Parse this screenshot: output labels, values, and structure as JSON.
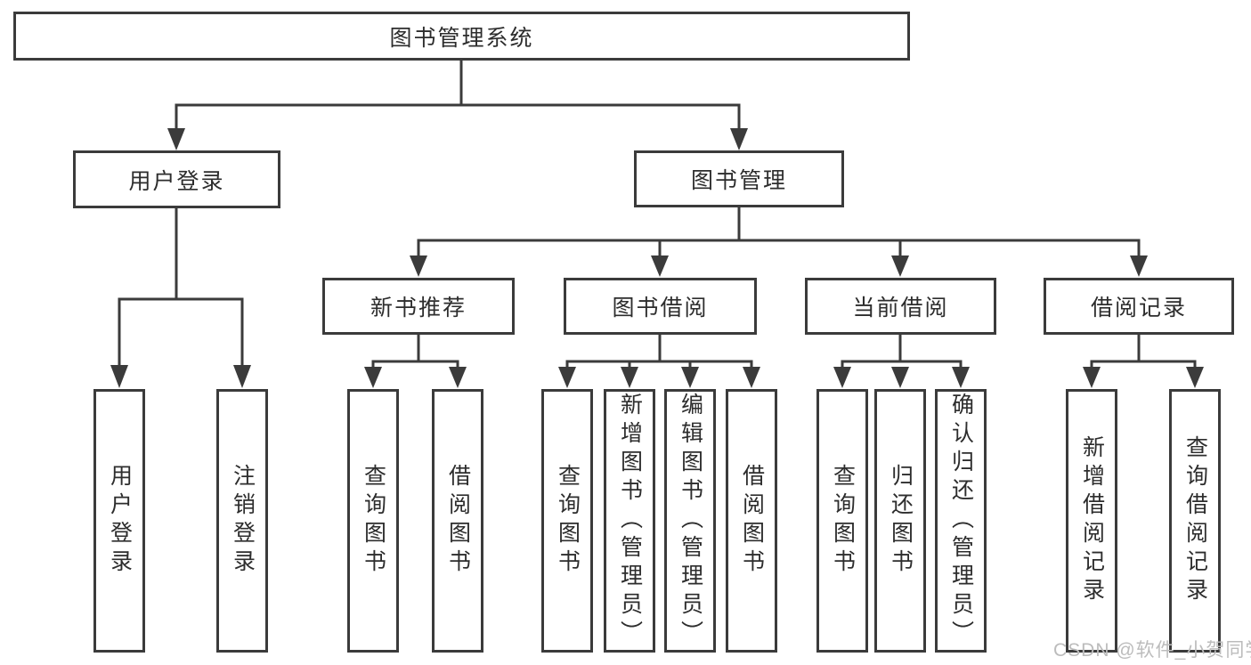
{
  "diagram": {
    "root": {
      "label": "图书管理系统",
      "children": [
        {
          "label": "用户登录",
          "children": [
            {
              "label": "用户登录"
            },
            {
              "label": "注销登录"
            }
          ]
        },
        {
          "label": "图书管理",
          "children": [
            {
              "label": "新书推荐",
              "children": [
                {
                  "label": "查询图书"
                },
                {
                  "label": "借阅图书"
                }
              ]
            },
            {
              "label": "图书借阅",
              "children": [
                {
                  "label": "查询图书"
                },
                {
                  "label": "新增图书（管理员）"
                },
                {
                  "label": "编辑图书（管理员）"
                },
                {
                  "label": "借阅图书"
                }
              ]
            },
            {
              "label": "当前借阅",
              "children": [
                {
                  "label": "查询图书"
                },
                {
                  "label": "归还图书"
                },
                {
                  "label": "确认归还（管理员）"
                }
              ]
            },
            {
              "label": "借阅记录",
              "children": [
                {
                  "label": "新增借阅记录"
                },
                {
                  "label": "查询借阅记录"
                }
              ]
            }
          ]
        }
      ]
    }
  },
  "watermark": {
    "text": "CSDN @软件_小贺同学"
  },
  "colors": {
    "line": "#3b3b3b",
    "text": "#2d2d2d",
    "background": "#ffffff",
    "watermark": "#bcbcbc"
  }
}
